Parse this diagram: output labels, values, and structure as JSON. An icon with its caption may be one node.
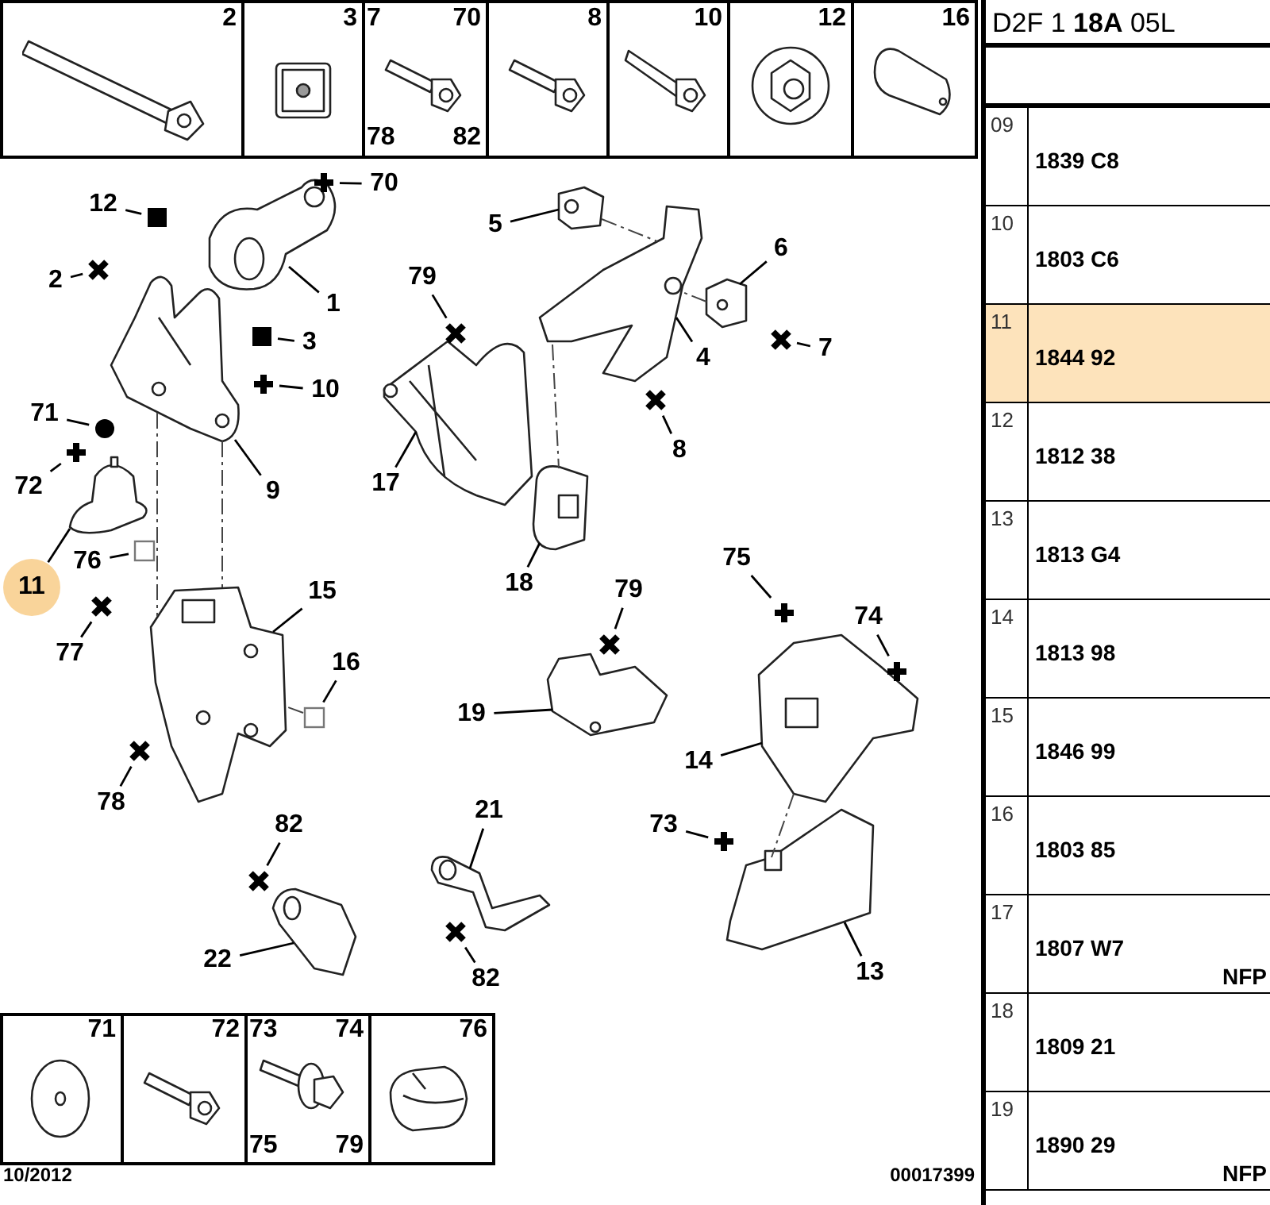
{
  "diagram": {
    "nodes": [
      {
        "text": [
          "70"
        ]
      },
      {
        "text": [
          "12"
        ]
      },
      {
        "text": [
          "1"
        ]
      },
      {
        "text": [
          "2"
        ]
      },
      {
        "text": [
          "3"
        ]
      },
      {
        "text": [
          "10"
        ]
      },
      {
        "text": [
          "9"
        ]
      },
      {
        "text": [
          "71"
        ]
      },
      {
        "text": [
          "72"
        ]
      },
      {
        "text": [
          "11"
        ]
      },
      {
        "text": [
          "76"
        ]
      },
      {
        "text": [
          "15"
        ]
      },
      {
        "text": [
          "77"
        ]
      },
      {
        "text": [
          "16"
        ]
      },
      {
        "text": [
          "78"
        ]
      },
      {
        "text": [
          "79"
        ]
      },
      {
        "text": [
          "17"
        ]
      },
      {
        "text": [
          "5"
        ]
      },
      {
        "text": [
          "6"
        ]
      },
      {
        "text": [
          "7"
        ]
      },
      {
        "text": [
          "4"
        ]
      },
      {
        "text": [
          "8"
        ]
      },
      {
        "text": [
          "18"
        ]
      },
      {
        "text": [
          "79"
        ]
      },
      {
        "text": [
          "19"
        ]
      },
      {
        "text": [
          "75"
        ]
      },
      {
        "text": [
          "74"
        ]
      },
      {
        "text": [
          "14"
        ]
      },
      {
        "text": [
          "73"
        ]
      },
      {
        "text": [
          "13"
        ]
      },
      {
        "text": [
          "82"
        ]
      },
      {
        "text": [
          "22"
        ]
      },
      {
        "text": [
          "21"
        ]
      },
      {
        "text": [
          "82"
        ]
      },
      {
        "text": [],
        "shape": "picture"
      },
      {
        "text": [],
        "shape": "picture"
      },
      {
        "text": [],
        "shape": "picture"
      },
      {
        "text": [],
        "shape": "picture"
      },
      {
        "text": [],
        "shape": "picture"
      },
      {
        "text": [],
        "shape": "picture"
      },
      {
        "text": [],
        "shape": "picture"
      },
      {
        "text": [],
        "shape": "picture"
      },
      {
        "text": [],
        "shape": "picture"
      },
      {
        "text": [],
        "shape": "picture"
      },
      {
        "text": [],
        "shape": "picture"
      },
      {
        "text": [],
        "shape": "picture"
      },
      {
        "text": [],
        "shape": "picture"
      },
      {
        "text": [],
        "shape": "picture"
      },
      {
        "text": [],
        "shape": "plus"
      },
      {
        "text": [],
        "shape": "square"
      },
      {
        "text": [],
        "shape": "cross"
      },
      {
        "text": [],
        "shape": "square"
      },
      {
        "text": [],
        "shape": "plus"
      },
      {
        "text": [],
        "shape": "circle"
      },
      {
        "text": [],
        "shape": "plus"
      },
      {
        "text": [],
        "shape": "box"
      },
      {
        "text": [],
        "shape": "cross"
      },
      {
        "text": [],
        "shape": "box"
      },
      {
        "text": [],
        "shape": "cross"
      },
      {
        "text": [],
        "shape": "cross"
      },
      {
        "text": [],
        "shape": "cross"
      },
      {
        "text": [],
        "shape": "cross"
      },
      {
        "text": [],
        "shape": "cross"
      },
      {
        "text": [],
        "shape": "plus"
      },
      {
        "text": [],
        "shape": "plus"
      },
      {
        "text": [],
        "shape": "plus"
      },
      {
        "text": [],
        "shape": "cross"
      },
      {
        "text": [],
        "shape": "cross"
      }
    ],
    "edges": [
      {
        "from": 0,
        "to": 48,
        "arrow": "none"
      },
      {
        "from": 1,
        "to": 49,
        "arrow": "none"
      },
      {
        "from": 2,
        "to": 34,
        "arrow": "none"
      },
      {
        "from": 3,
        "to": 50,
        "arrow": "none"
      },
      {
        "from": 4,
        "to": 51,
        "arrow": "none"
      },
      {
        "from": 5,
        "to": 52,
        "arrow": "none"
      },
      {
        "from": 6,
        "to": 35,
        "arrow": "none"
      },
      {
        "from": 7,
        "to": 53,
        "arrow": "none"
      },
      {
        "from": 8,
        "to": 54,
        "arrow": "none"
      },
      {
        "from": 9,
        "to": 36,
        "arrow": "none"
      },
      {
        "from": 10,
        "to": 55,
        "arrow": "none"
      },
      {
        "from": 11,
        "to": 37,
        "arrow": "none"
      },
      {
        "from": 12,
        "to": 56,
        "arrow": "none"
      },
      {
        "from": 13,
        "to": 57,
        "arrow": "none"
      },
      {
        "from": 14,
        "to": 58,
        "arrow": "none"
      },
      {
        "from": 15,
        "to": 59,
        "arrow": "none"
      },
      {
        "from": 16,
        "to": 38,
        "arrow": "none"
      },
      {
        "from": 17,
        "to": 39,
        "arrow": "none"
      },
      {
        "from": 18,
        "to": 41,
        "arrow": "none"
      },
      {
        "from": 19,
        "to": 60,
        "arrow": "none"
      },
      {
        "from": 20,
        "to": 40,
        "arrow": "none"
      },
      {
        "from": 21,
        "to": 61,
        "arrow": "none"
      },
      {
        "from": 22,
        "to": 42,
        "arrow": "none"
      },
      {
        "from": 23,
        "to": 62,
        "arrow": "none"
      },
      {
        "from": 24,
        "to": 43,
        "arrow": "none"
      },
      {
        "from": 25,
        "to": 63,
        "arrow": "none"
      },
      {
        "from": 26,
        "to": 64,
        "arrow": "none"
      },
      {
        "from": 27,
        "to": 44,
        "arrow": "none"
      },
      {
        "from": 28,
        "to": 65,
        "arrow": "none"
      },
      {
        "from": 29,
        "to": 45,
        "arrow": "none"
      },
      {
        "from": 30,
        "to": 66,
        "arrow": "none"
      },
      {
        "from": 31,
        "to": 46,
        "arrow": "none"
      },
      {
        "from": 32,
        "to": 47,
        "arrow": "none"
      },
      {
        "from": 33,
        "to": 67,
        "arrow": "none"
      },
      {
        "from": 35,
        "to": 37,
        "arrow": "none",
        "style": "dashed"
      },
      {
        "from": 35,
        "to": 37,
        "arrow": "none",
        "style": "dashed"
      },
      {
        "from": 40,
        "to": 42,
        "arrow": "none",
        "style": "dashed"
      },
      {
        "from": 39,
        "to": 40,
        "arrow": "none",
        "style": "dashed"
      },
      {
        "from": 41,
        "to": 40,
        "arrow": "none",
        "style": "dashed"
      },
      {
        "from": 44,
        "to": 45,
        "arrow": "none",
        "style": "dashed"
      },
      {
        "from": 57,
        "to": 37,
        "arrow": "none",
        "style": "dashed"
      }
    ],
    "labels": [
      "2",
      "3",
      "7",
      "70",
      "78",
      "82",
      "8",
      "10",
      "12",
      "16",
      "71",
      "72",
      "73",
      "74",
      "75",
      "79",
      "76",
      "10/2012",
      "00017399",
      "D2F 1 **18A** 05L",
      "09",
      "1839 C8",
      "10",
      "1803 C6",
      "11",
      "1844 92",
      "12",
      "1812 38",
      "13",
      "1813 G4",
      "14",
      "1813 98",
      "15",
      "1846 99",
      "16",
      "1803 85",
      "17",
      "1807 W7",
      "NFP",
      "18",
      "1809 21",
      "19",
      "1890 29",
      "NFP"
    ]
  }
}
